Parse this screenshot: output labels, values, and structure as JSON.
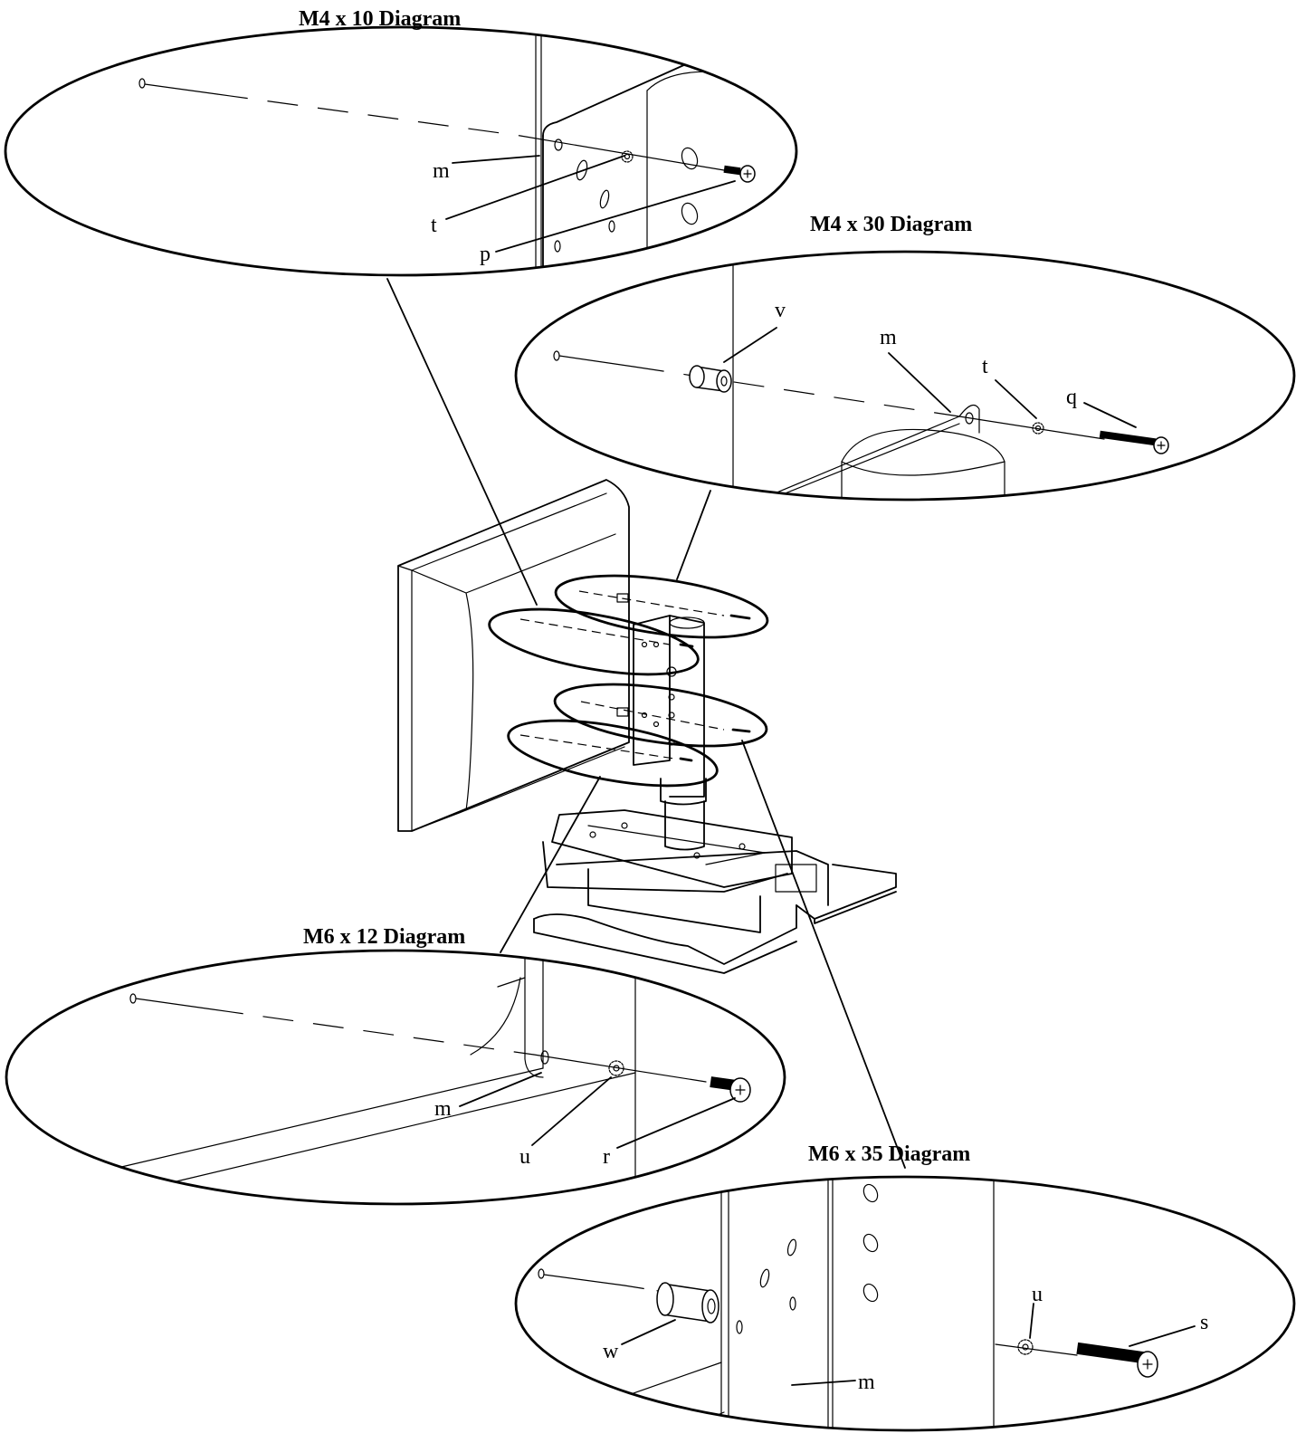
{
  "diagrams": {
    "m4x10": {
      "title": "M4 x 10 Diagram",
      "labels": {
        "m": "m",
        "t": "t",
        "p": "p"
      }
    },
    "m4x30": {
      "title": "M4 x 30 Diagram",
      "labels": {
        "v": "v",
        "m": "m",
        "t": "t",
        "q": "q"
      }
    },
    "m6x12": {
      "title": "M6 x 12 Diagram",
      "labels": {
        "m": "m",
        "u": "u",
        "r": "r"
      }
    },
    "m6x35": {
      "title": "M6 x 35 Diagram",
      "labels": {
        "u": "u",
        "s": "s",
        "w": "w",
        "m": "m"
      }
    }
  }
}
